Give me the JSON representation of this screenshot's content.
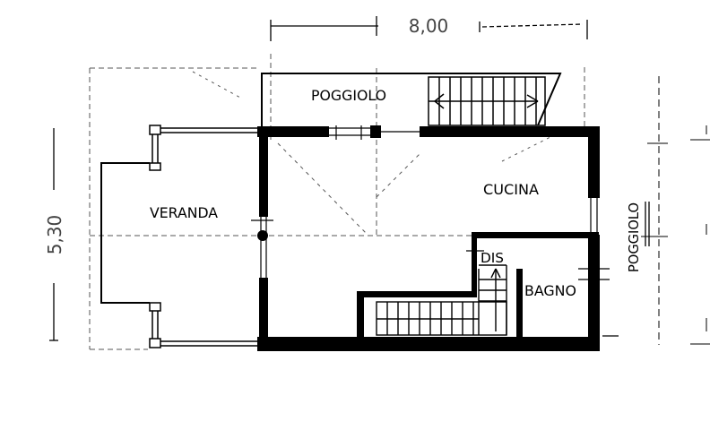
{
  "dimensions": {
    "width_label": "8,00",
    "height_label": "5,30"
  },
  "rooms": {
    "veranda": "VERANDA",
    "poggiolo_top": "POGGIOLO",
    "cucina": "CUCINA",
    "poggiolo_right": "POGGIOLO",
    "dis": "DIS",
    "bagno": "BAGNO"
  },
  "colors": {
    "ink": "#000000",
    "dashed_line": "#555555"
  }
}
